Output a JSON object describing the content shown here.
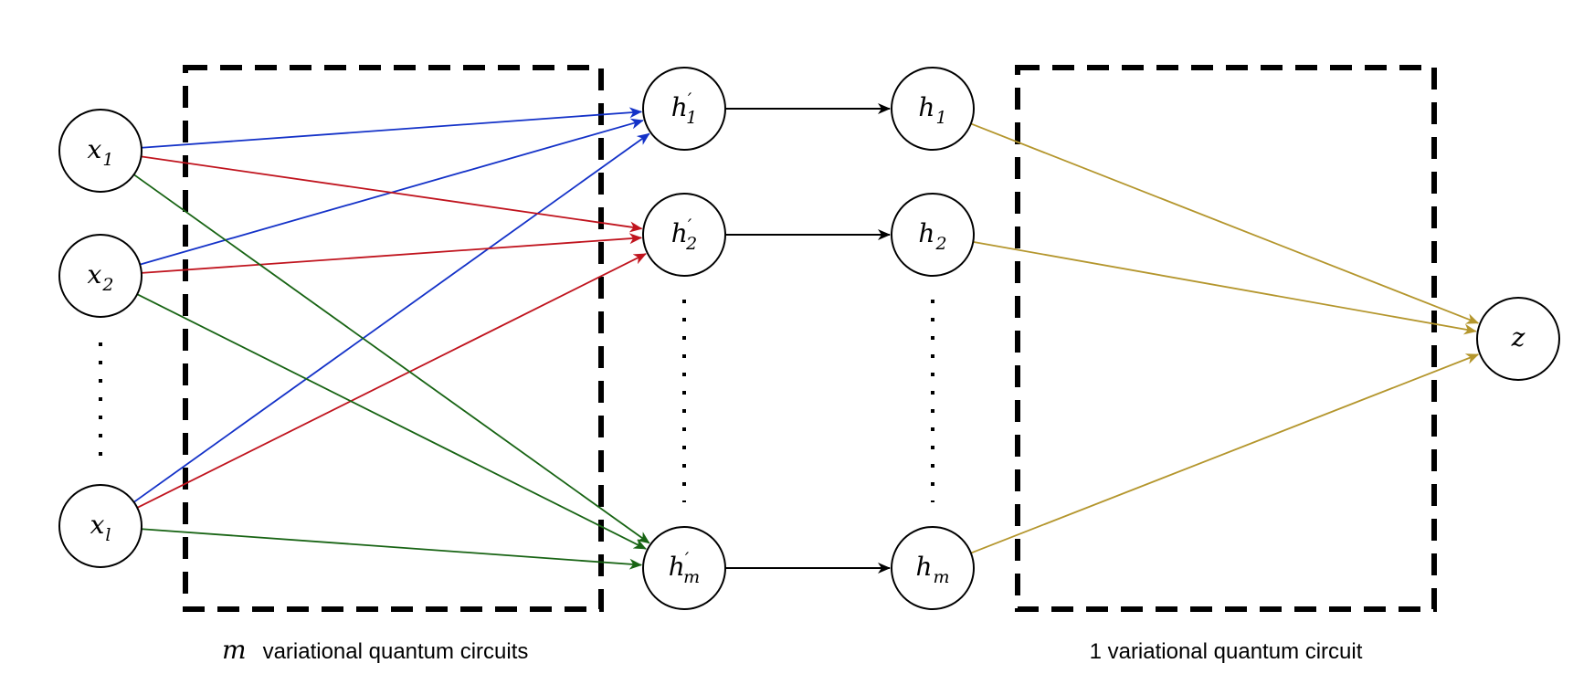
{
  "colors": {
    "blue": "#1432c8",
    "red": "#c0141e",
    "green": "#186414",
    "gold": "#b4962d",
    "black": "#000000"
  },
  "nodes": [
    {
      "id": "x1",
      "base": "x",
      "sub": "1",
      "prime": ""
    },
    {
      "id": "x2",
      "base": "x",
      "sub": "2",
      "prime": ""
    },
    {
      "id": "xl",
      "base": "x",
      "sub": "l",
      "prime": ""
    },
    {
      "id": "hp1",
      "base": "h",
      "sub": "1",
      "prime": "′"
    },
    {
      "id": "hp2",
      "base": "h",
      "sub": "2",
      "prime": "′"
    },
    {
      "id": "hpm",
      "base": "h",
      "sub": "m",
      "prime": "′"
    },
    {
      "id": "h1",
      "base": "h",
      "sub": "1",
      "prime": ""
    },
    {
      "id": "h2",
      "base": "h",
      "sub": "2",
      "prime": ""
    },
    {
      "id": "hm",
      "base": "h",
      "sub": "m",
      "prime": ""
    },
    {
      "id": "z",
      "base": "z",
      "sub": "",
      "prime": ""
    }
  ],
  "edges": [
    {
      "from": "x1",
      "to": "hp1",
      "color": "blue"
    },
    {
      "from": "x2",
      "to": "hp1",
      "color": "blue"
    },
    {
      "from": "xl",
      "to": "hp1",
      "color": "blue"
    },
    {
      "from": "x1",
      "to": "hp2",
      "color": "red"
    },
    {
      "from": "x2",
      "to": "hp2",
      "color": "red"
    },
    {
      "from": "xl",
      "to": "hp2",
      "color": "red"
    },
    {
      "from": "x1",
      "to": "hpm",
      "color": "green"
    },
    {
      "from": "x2",
      "to": "hpm",
      "color": "green"
    },
    {
      "from": "xl",
      "to": "hpm",
      "color": "green"
    },
    {
      "from": "hp1",
      "to": "h1",
      "color": "black"
    },
    {
      "from": "hp2",
      "to": "h2",
      "color": "black"
    },
    {
      "from": "hpm",
      "to": "hm",
      "color": "black"
    },
    {
      "from": "h1",
      "to": "z",
      "color": "gold"
    },
    {
      "from": "h2",
      "to": "z",
      "color": "gold"
    },
    {
      "from": "hm",
      "to": "z",
      "color": "gold"
    }
  ],
  "captions": {
    "left_var": "m",
    "left_text": "variational quantum circuits",
    "right_text": "1 variational quantum circuit"
  }
}
